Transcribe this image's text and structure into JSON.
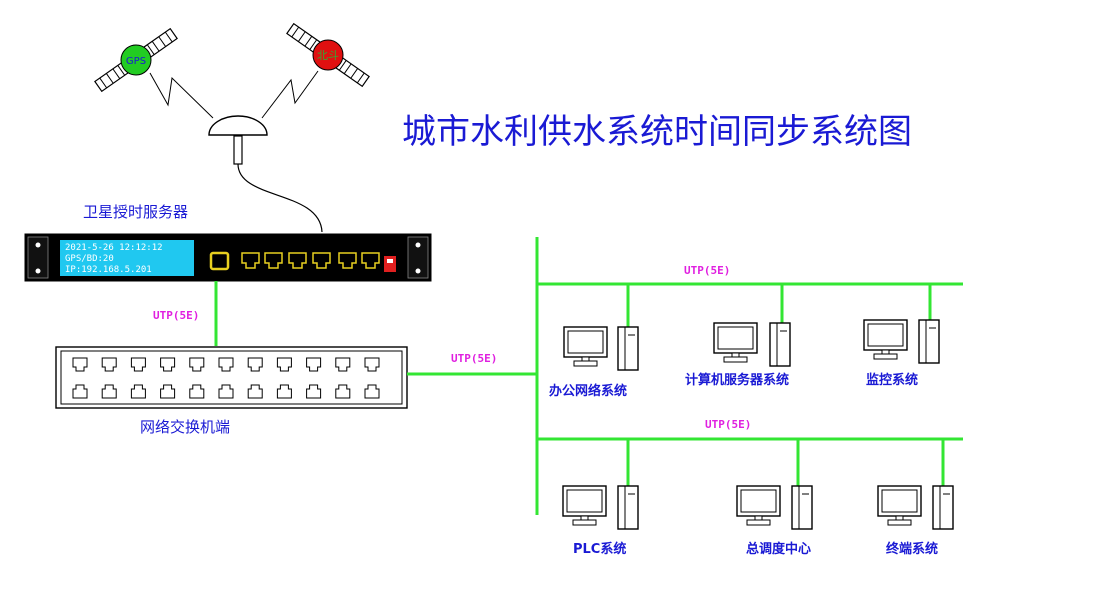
{
  "title": "城市水利供水系统时间同步系统图",
  "satellites": {
    "gps": "GPS",
    "beidou": "北斗"
  },
  "server": {
    "label": "卫星授时服务器",
    "lcd_line1": "2021-5-26 12:12:12",
    "lcd_line2": "GPS/BD:20",
    "lcd_line3": "IP:192.168.5.201"
  },
  "switch": {
    "label": "网络交换机端"
  },
  "links": {
    "server_to_switch": "UTP(5E)",
    "switch_to_bus": "UTP(5E)",
    "top_branch": "UTP(5E)",
    "bottom_branch": "UTP(5E)"
  },
  "systems": {
    "office": "办公网络系统",
    "server": "计算机服务器系统",
    "monitor": "监控系统",
    "plc": "PLC系统",
    "dispatch": "总调度中心",
    "terminal": "终端系统"
  },
  "colors": {
    "line": "#33e633",
    "label": "#1a1ad4",
    "utp": "#e020e0",
    "lcd": "#20c8f0",
    "gps_ball": "#22cc22",
    "beidou_ball": "#e01010"
  }
}
